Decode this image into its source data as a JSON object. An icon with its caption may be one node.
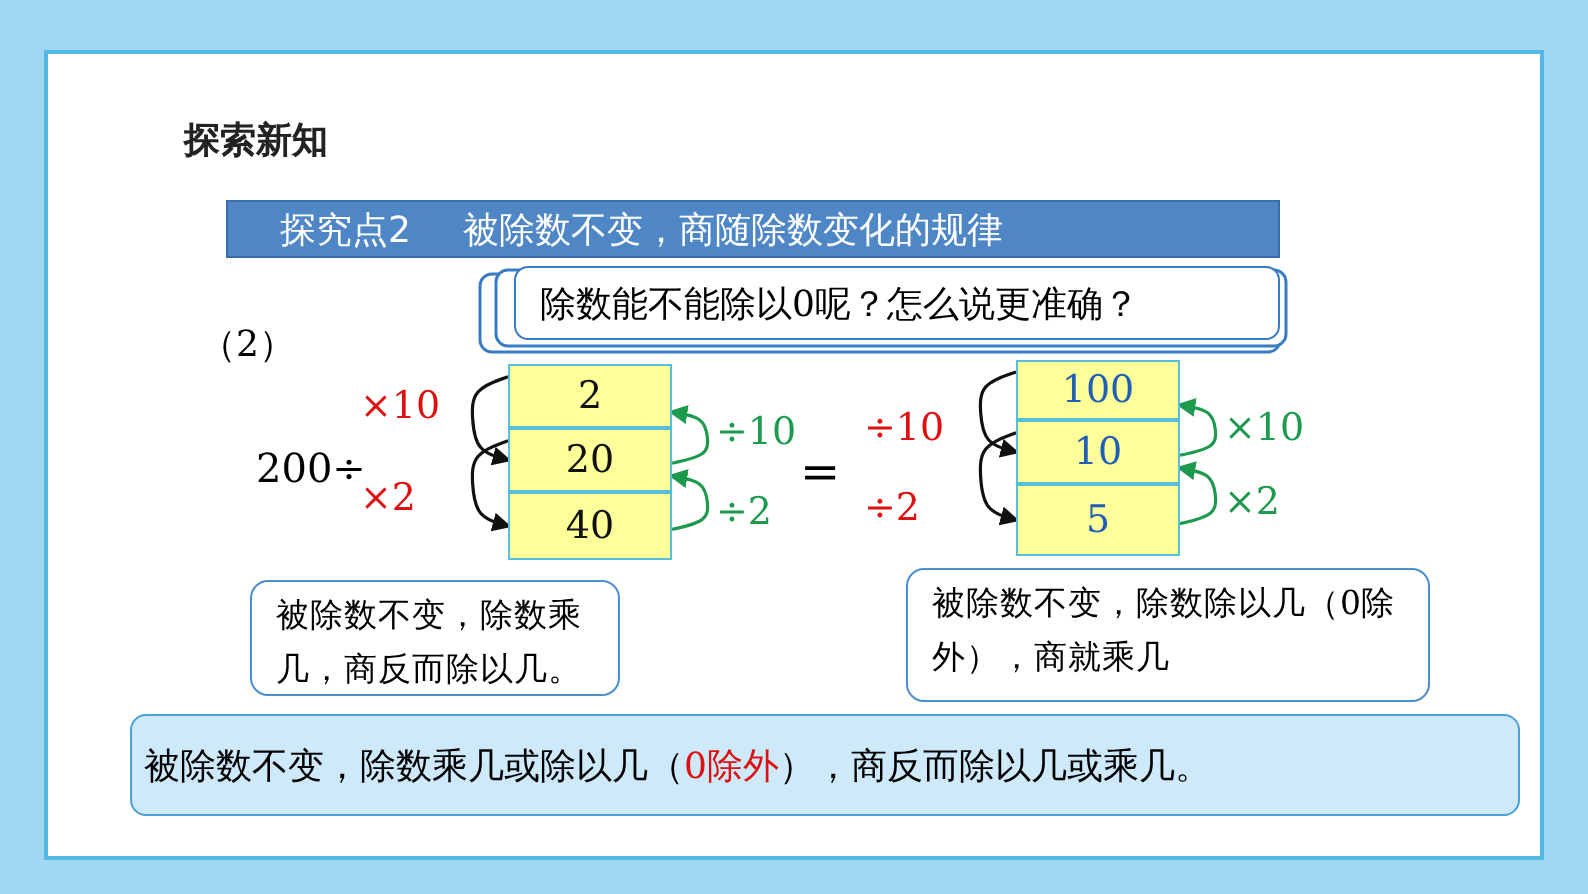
{
  "diagram": {
    "title": "探索新知",
    "nodes": [
      {
        "text": [
          "探究点2",
          "被除数不变，商随除数变化的规律"
        ]
      },
      {
        "text": [
          "除数能不能除以0呢？怎么说更准确？"
        ]
      },
      {
        "text": [
          "2"
        ]
      },
      {
        "text": [
          "20"
        ]
      },
      {
        "text": [
          "40"
        ]
      },
      {
        "text": [
          "100"
        ]
      },
      {
        "text": [
          "10"
        ]
      },
      {
        "text": [
          "5"
        ]
      },
      {
        "text": [
          "被除数不变，除数乘几，商反而除以几。"
        ]
      },
      {
        "text": [
          "被除数不变，除数除以几（0除外），商就乘几"
        ]
      },
      {
        "text": [
          "被除数不变，除数乘几或除以几（",
          "0除外",
          "），商反而除以几或乘几。"
        ]
      }
    ],
    "edges": [
      {
        "from": 2,
        "to": 3,
        "arrow": "to",
        "label": "×10"
      },
      {
        "from": 3,
        "to": 4,
        "arrow": "to",
        "label": "×2"
      },
      {
        "from": 3,
        "to": 2,
        "arrow": "to",
        "label": "÷10",
        "color": "#1e9a4e"
      },
      {
        "from": 4,
        "to": 3,
        "arrow": "to",
        "label": "÷2",
        "color": "#1e9a4e"
      },
      {
        "from": 5,
        "to": 6,
        "arrow": "to",
        "label": "÷10"
      },
      {
        "from": 6,
        "to": 7,
        "arrow": "to",
        "label": "÷2"
      },
      {
        "from": 6,
        "to": 5,
        "arrow": "to",
        "label": "×10",
        "color": "#1e9a4e"
      },
      {
        "from": 7,
        "to": 6,
        "arrow": "to",
        "label": "×2",
        "color": "#1e9a4e"
      }
    ],
    "labels": [
      "（2）",
      "200÷",
      "="
    ]
  }
}
